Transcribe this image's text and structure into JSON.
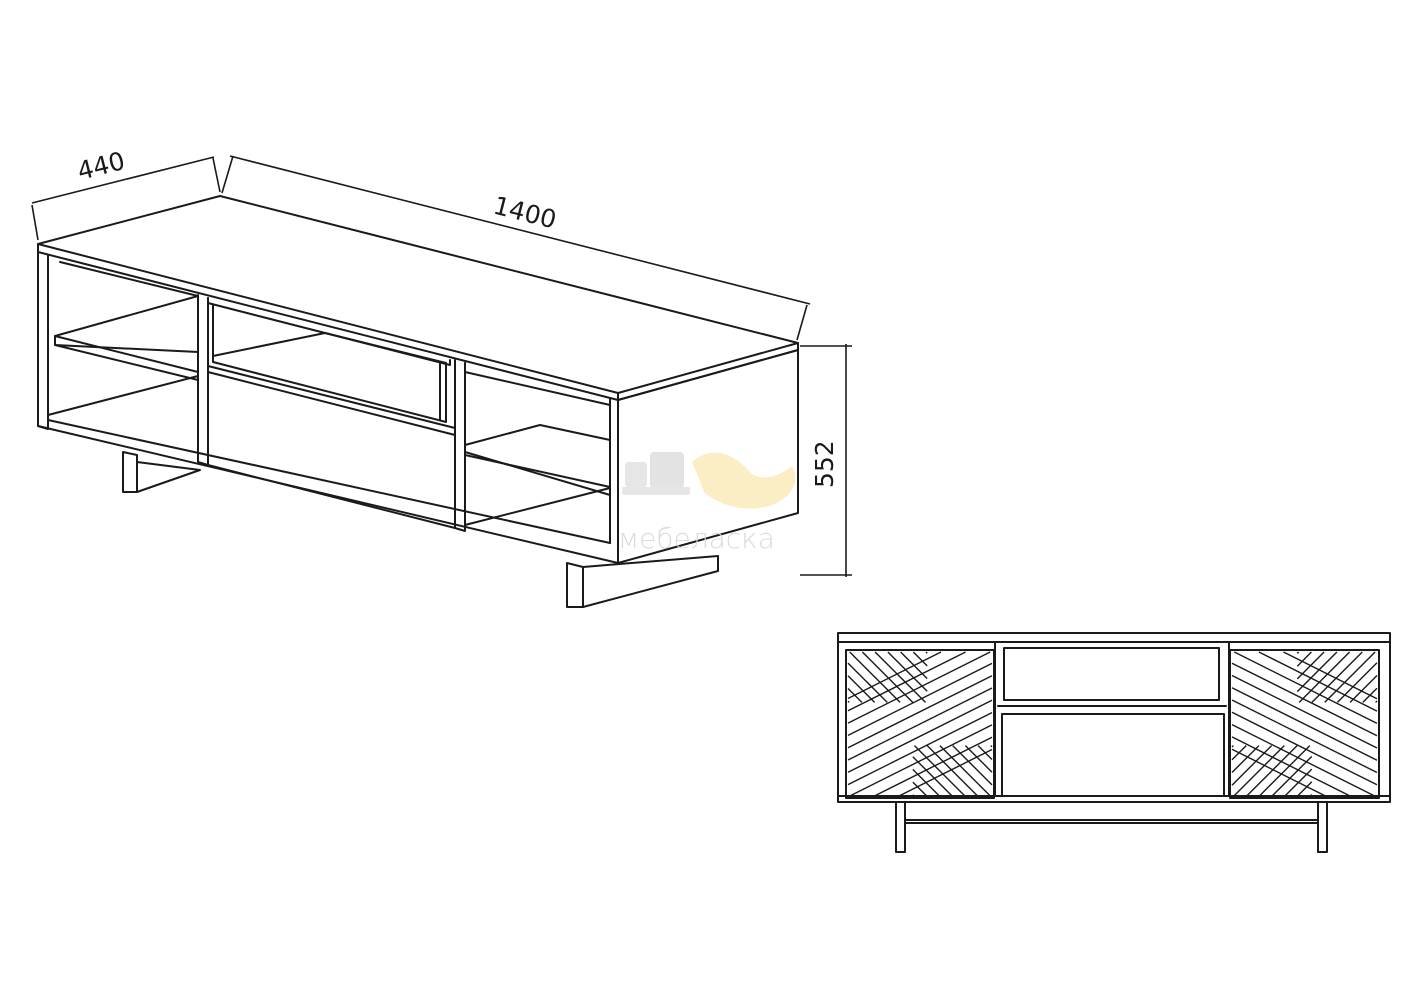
{
  "dimensions": {
    "depth": "440",
    "width": "1400",
    "height": "552"
  },
  "watermark": {
    "text": "мебеласка"
  },
  "colors": {
    "line": "#1a1a1a",
    "watermark_gray": "#d8d8d8",
    "watermark_yellow": "#f6dc88"
  }
}
